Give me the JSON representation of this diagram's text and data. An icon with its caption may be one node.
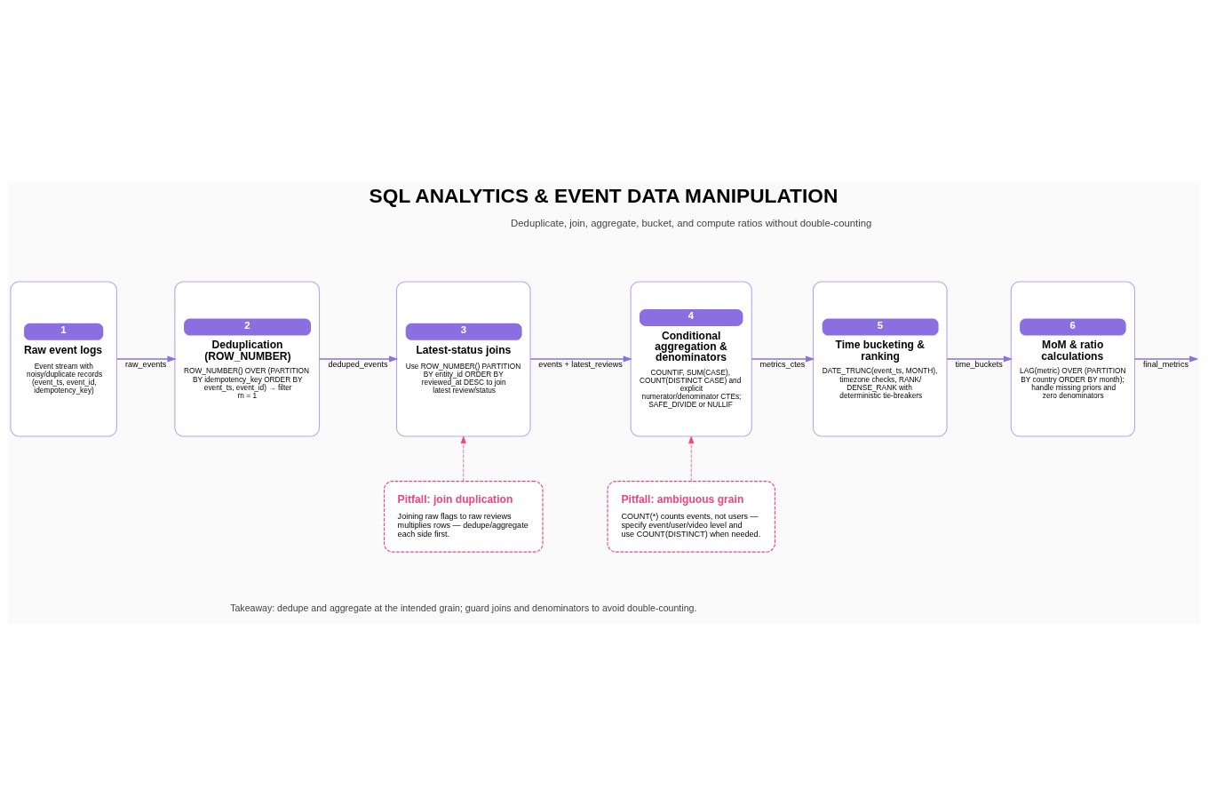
{
  "diagram": {
    "title": "SQL ANALYTICS & EVENT DATA MANIPULATION",
    "nodes": [
      {
        "text": [
          "1",
          "Raw event logs",
          "Event stream with noisy/duplicate records (event_ts, event_id, idempotency_key)"
        ]
      },
      {
        "text": [
          "2",
          "Deduplication (ROW_NUMBER)",
          "ROW_NUMBER() OVER (PARTITION BY idempotency_key ORDER BY event_ts, event_id) → filter rn = 1"
        ]
      },
      {
        "text": [
          "3",
          "Latest-status joins",
          "Use ROW_NUMBER() PARTITION BY entity_id ORDER BY reviewed_at DESC to join latest review/status"
        ]
      },
      {
        "text": [
          "4",
          "Conditional aggregation & denominators",
          "COUNTIF, SUM(CASE), COUNT(DISTINCT CASE) and explicit numerator/denominator CTEs; SAFE_DIVIDE or NULLIF"
        ]
      },
      {
        "text": [
          "5",
          "Time bucketing & ranking",
          "DATE_TRUNC(event_ts, MONTH), timezone checks, RANK/ DENSE_RANK with deterministic tie-breakers"
        ]
      },
      {
        "text": [
          "6",
          "MoM & ratio calculations",
          "LAG(metric) OVER (PARTITION BY country ORDER BY month); handle missing priors and zero denominators"
        ]
      },
      {
        "text": [
          "Pitfall: join duplication",
          "Joining raw flags to raw reviews multiplies rows — dedupe/aggregate each side first."
        ]
      },
      {
        "text": [
          "Pitfall: ambiguous grain",
          "COUNT(*) counts events, not users — specify event/user/video level and use COUNT(DISTINCT) when needed."
        ]
      }
    ],
    "edges": [
      {
        "from": 0,
        "to": 1,
        "arrow": "to",
        "label": "raw_events"
      },
      {
        "from": 1,
        "to": 2,
        "arrow": "to",
        "label": "deduped_events"
      },
      {
        "from": 2,
        "to": 3,
        "arrow": "to",
        "label": "events + latest_reviews"
      },
      {
        "from": 3,
        "to": 4,
        "arrow": "to",
        "label": "metrics_ctes"
      },
      {
        "from": 4,
        "to": 5,
        "arrow": "to",
        "label": "time_buckets"
      },
      {
        "from": 5,
        "to": null,
        "arrow": "to",
        "label": "final_metrics"
      },
      {
        "from": 6,
        "to": 2,
        "arrow": "to",
        "style": "dashed",
        "color": "#f0447f"
      },
      {
        "from": 7,
        "to": 3,
        "arrow": "to",
        "style": "dashed",
        "color": "#f0447f"
      }
    ],
    "labels": [
      "Deduplicate, join, aggregate, bucket, and compute ratios without double-counting",
      "Takeaway: dedupe and aggregate at the intended grain; guard joins and denominators to avoid double-counting."
    ]
  }
}
